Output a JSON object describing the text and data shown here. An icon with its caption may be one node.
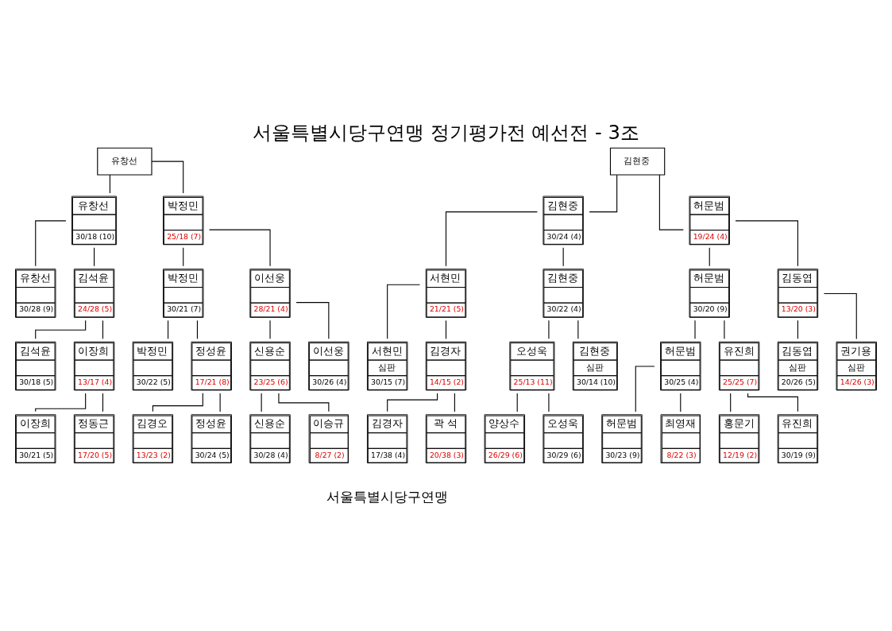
{
  "diagram": {
    "title": "서울특별시당구연맹 정기평가전 예선전 - 3조",
    "nodes": [
      {
        "text": [
          "유창선"
        ]
      },
      {
        "text": [
          "김현중"
        ]
      },
      {
        "text": [
          "유창선",
          "30/18 (10)"
        ]
      },
      {
        "text": [
          "박정민",
          "25/18 (7)"
        ]
      },
      {
        "text": [
          "김현중",
          "30/24 (4)"
        ]
      },
      {
        "text": [
          "허문범",
          "19/24 (4)"
        ]
      },
      {
        "text": [
          "유창선",
          "30/28 (9)"
        ]
      },
      {
        "text": [
          "김석윤",
          "24/28 (5)"
        ]
      },
      {
        "text": [
          "박정민",
          "30/21 (7)"
        ]
      },
      {
        "text": [
          "이선웅",
          "28/21 (4)"
        ]
      },
      {
        "text": [
          "서현민",
          "21/21 (5)"
        ]
      },
      {
        "text": [
          "김현중",
          "30/22 (4)"
        ]
      },
      {
        "text": [
          "허문범",
          "30/20 (9)"
        ]
      },
      {
        "text": [
          "김동엽",
          "13/20 (3)"
        ]
      },
      {
        "text": [
          "김석윤",
          "30/18 (5)"
        ]
      },
      {
        "text": [
          "이장희",
          "13/17 (4)"
        ]
      },
      {
        "text": [
          "박정민",
          "30/22 (5)"
        ]
      },
      {
        "text": [
          "정성윤",
          "17/21 (8)"
        ]
      },
      {
        "text": [
          "신용순",
          "23/25 (6)"
        ]
      },
      {
        "text": [
          "이선웅",
          "30/26 (4)"
        ]
      },
      {
        "text": [
          "서현민",
          "심판",
          "30/15 (7)"
        ]
      },
      {
        "text": [
          "김경자",
          "14/15 (2)"
        ]
      },
      {
        "text": [
          "오성욱",
          "25/13 (11)"
        ]
      },
      {
        "text": [
          "김현중",
          "심판",
          "30/14 (10)"
        ]
      },
      {
        "text": [
          "허문범",
          "30/25 (4)"
        ]
      },
      {
        "text": [
          "유진희",
          "25/25 (7)"
        ]
      },
      {
        "text": [
          "김동엽",
          "심판",
          "20/26 (5)"
        ]
      },
      {
        "text": [
          "권기용",
          "심판",
          "14/26 (3)"
        ]
      },
      {
        "text": [
          "이장희",
          "30/21 (5)"
        ]
      },
      {
        "text": [
          "정동근",
          "17/20 (5)"
        ]
      },
      {
        "text": [
          "김경오",
          "13/23 (2)"
        ]
      },
      {
        "text": [
          "정성윤",
          "30/24 (5)"
        ]
      },
      {
        "text": [
          "신용순",
          "30/28 (4)"
        ]
      },
      {
        "text": [
          "이승규",
          "8/27 (2)"
        ]
      },
      {
        "text": [
          "김경자",
          "17/38 (4)"
        ]
      },
      {
        "text": [
          "곽 석",
          "20/38 (3)"
        ]
      },
      {
        "text": [
          "양상수",
          "26/29 (6)"
        ]
      },
      {
        "text": [
          "오성욱",
          "30/29 (6)"
        ]
      },
      {
        "text": [
          "허문범",
          "30/23 (9)"
        ]
      },
      {
        "text": [
          "최영재",
          "8/22 (3)"
        ]
      },
      {
        "text": [
          "홍문기",
          "12/19 (2)"
        ]
      },
      {
        "text": [
          "유진희",
          "30/19 (9)"
        ]
      }
    ],
    "edges": [
      {
        "from": 0,
        "to": 2,
        "arrow": "none"
      },
      {
        "from": 0,
        "to": 3,
        "arrow": "none"
      },
      {
        "from": 1,
        "to": 4,
        "arrow": "none"
      },
      {
        "from": 1,
        "to": 5,
        "arrow": "none"
      },
      {
        "from": 2,
        "to": 6,
        "arrow": "none"
      },
      {
        "from": 2,
        "to": 7,
        "arrow": "none"
      },
      {
        "from": 3,
        "to": 8,
        "arrow": "none"
      },
      {
        "from": 3,
        "to": 9,
        "arrow": "none"
      },
      {
        "from": 4,
        "to": 10,
        "arrow": "none"
      },
      {
        "from": 4,
        "to": 11,
        "arrow": "none"
      },
      {
        "from": 5,
        "to": 12,
        "arrow": "none"
      },
      {
        "from": 5,
        "to": 13,
        "arrow": "none"
      },
      {
        "from": 7,
        "to": 14,
        "arrow": "none"
      },
      {
        "from": 7,
        "to": 15,
        "arrow": "none"
      },
      {
        "from": 8,
        "to": 16,
        "arrow": "none"
      },
      {
        "from": 8,
        "to": 17,
        "arrow": "none"
      },
      {
        "from": 9,
        "to": 18,
        "arrow": "none"
      },
      {
        "from": 9,
        "to": 19,
        "arrow": "none"
      },
      {
        "from": 10,
        "to": 20,
        "arrow": "none"
      },
      {
        "from": 10,
        "to": 21,
        "arrow": "none"
      },
      {
        "from": 11,
        "to": 22,
        "arrow": "none"
      },
      {
        "from": 11,
        "to": 23,
        "arrow": "none"
      },
      {
        "from": 12,
        "to": 24,
        "arrow": "none"
      },
      {
        "from": 12,
        "to": 25,
        "arrow": "none"
      },
      {
        "from": 13,
        "to": 26,
        "arrow": "none"
      },
      {
        "from": 13,
        "to": 27,
        "arrow": "none"
      },
      {
        "from": 15,
        "to": 28,
        "arrow": "none"
      },
      {
        "from": 15,
        "to": 29,
        "arrow": "none"
      },
      {
        "from": 17,
        "to": 30,
        "arrow": "none"
      },
      {
        "from": 17,
        "to": 31,
        "arrow": "none"
      },
      {
        "from": 18,
        "to": 32,
        "arrow": "none"
      },
      {
        "from": 18,
        "to": 33,
        "arrow": "none"
      },
      {
        "from": 21,
        "to": 34,
        "arrow": "none"
      },
      {
        "from": 21,
        "to": 35,
        "arrow": "none"
      },
      {
        "from": 22,
        "to": 36,
        "arrow": "none"
      },
      {
        "from": 22,
        "to": 37,
        "arrow": "none"
      },
      {
        "from": 24,
        "to": 38,
        "arrow": "none"
      },
      {
        "from": 24,
        "to": 39,
        "arrow": "none"
      },
      {
        "from": 25,
        "to": 40,
        "arrow": "none"
      },
      {
        "from": 25,
        "to": 41,
        "arrow": "none"
      }
    ],
    "labels": [
      "서울특별시당구연맹"
    ]
  }
}
